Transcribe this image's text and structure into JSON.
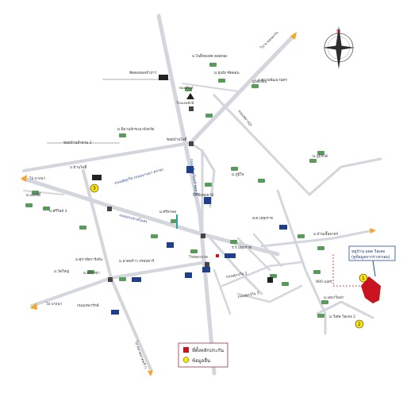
{
  "colors": {
    "road": "#d3d6dc",
    "highway": "#d7dbe3",
    "orange_arrow": "#f4a62a",
    "project": "#c8141e",
    "marker_yellow": "#ffe600",
    "callout_border": "#1f4fa8",
    "dashed": "#d44"
  },
  "compass": {
    "north": "N"
  },
  "labels": {
    "top_right_road": "ไป ม.ขอนแก่น",
    "top_left_1": "ซัดดอนพลจำปาฯ",
    "top_left_2": "ทองดีวิลล์",
    "top_mid": "ม.โพธิ์ทองสด ดอยทอง",
    "top_mid2": "ม.ยุบยัง ซัดดอน",
    "top_mid3": "โรงแรมทักษิ",
    "top_mid4": "ยูบิลเลี่ยม",
    "left_mid1": "ม.พิมานจักรแนวจังหวัด",
    "left_mid2": "ซอยบ้านโพธิ์",
    "left_road1": "ซอยบ้านลำดวน 2",
    "left_road2": "ถนนสุขุมวิท (ถนนบางนา ตราด)",
    "right_1": "ม.สงวนพัฒนานคร",
    "right_2": "ม.ภูมิรักษ์",
    "right_3": "ม.ภูมิใจ",
    "center_1": "บ.บ้านโพธิ์",
    "center_2": "ม.เลคซิตี้",
    "center_3": "ม.ศรีวิลล์ 3",
    "center_4": "ม.ศรีลาพล",
    "center_5": "ม.ลาดพร้าว ปรอปทาร์",
    "center_6": "ม.ศุภาลัยการ์เด้น",
    "right_4": "ม.บ้านเอื้ออาทร",
    "right_5": "ส.ต.ปทุมราช",
    "project_callout_1": "หมู่บ้าน อดด วิลเลจ",
    "project_callout_2": "(ดูข้อมูลจากร่างกรอบ)",
    "distance": "900 เมตร",
    "bottom_right_1": "ม.เสนาวิลล่า",
    "bottom_right_2": "ม.วิเศษ วิลเลจ 2",
    "bottom_left_1": "ไป บางนา",
    "bottom_left_2": "ไป บางนา",
    "bottom_road": "ไป ตลาดลาดพร้าว",
    "left_road3": "ถนนเทพารักษ์",
    "mid_road": "ถนนประชาสโมสร",
    "center_road": "ถนนศุภรกิจ 2",
    "center_road2": "ถนนศุภรกิจ 3",
    "vertical_road": "ถนนศรีนครินทร์ ซอย 6",
    "diag_road": "ถนนชยางกูร",
    "left_bottom_1": "ม.ศรีราชา",
    "left_bottom_2": "ม.วัดใหญ่",
    "center_shop": "บิ๊กซีปทุมธานี",
    "hospital": "โรงพยาบาล",
    "school": "ร.ร.ปทุมราช"
  },
  "legend": {
    "project_label": "ที่ตั้งหลักประกัน",
    "marker_label": "ข้อมูลอื่น"
  },
  "markers": [
    "1",
    "2",
    "3"
  ]
}
